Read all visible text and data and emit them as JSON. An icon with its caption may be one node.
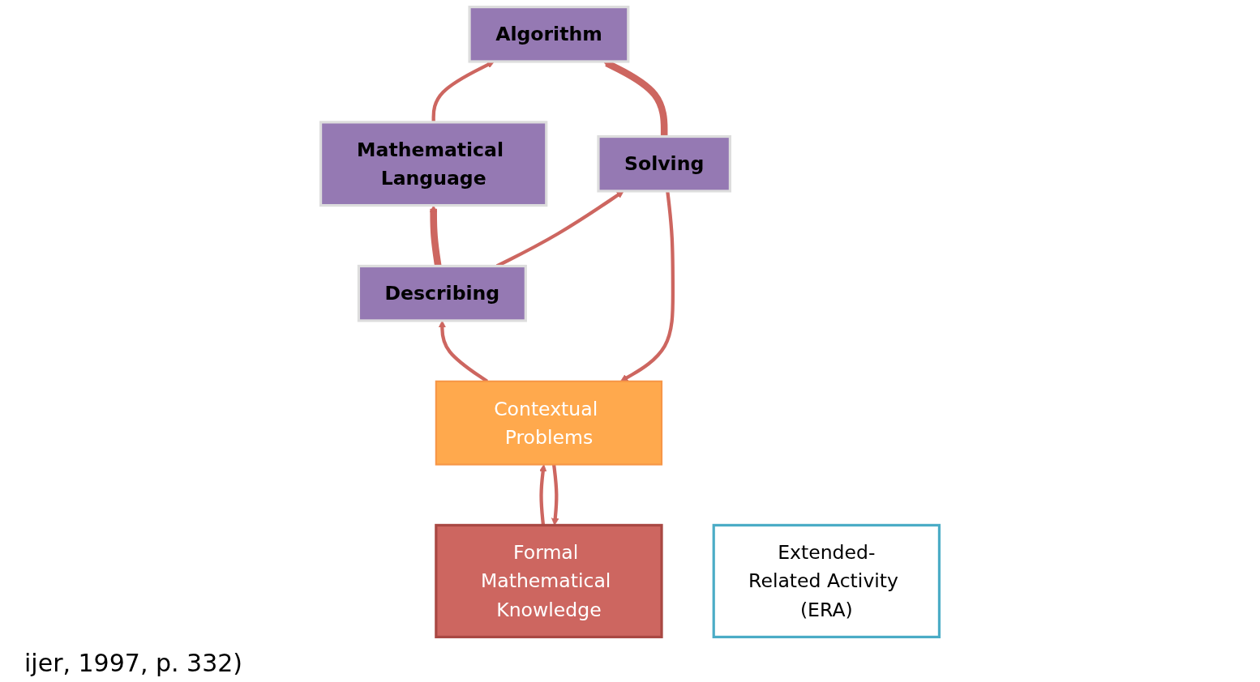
{
  "diagram": {
    "nodes": [
      {
        "text": [
          "Formal Mathematical Knowledge"
        ]
      },
      {
        "text": [
          "Mathematical Language"
        ]
      },
      {
        "text": [
          "Algorithm"
        ]
      },
      {
        "text": [
          "Solving"
        ]
      },
      {
        "text": [
          "Describing"
        ]
      },
      {
        "text": [
          "Contextual Problems"
        ]
      },
      {
        "text": [
          "Extended-Related Activity (ERA)"
        ]
      }
    ],
    "edges": [
      {
        "from": 0,
        "to": 5,
        "arrow": "to"
      },
      {
        "from": 5,
        "to": 0,
        "arrow": "to"
      },
      {
        "from": 1,
        "to": 2,
        "arrow": "to"
      },
      {
        "from": 3,
        "to": 2,
        "arrow": "to",
        "style": "thick"
      },
      {
        "from": 4,
        "to": 1,
        "arrow": "to",
        "style": "thick"
      },
      {
        "from": 4,
        "to": 3,
        "arrow": "to"
      },
      {
        "from": 5,
        "to": 4,
        "arrow": "to"
      },
      {
        "from": 3,
        "to": 5,
        "arrow": "to"
      }
    ],
    "labels": [
      "ijer, 1997, p. 332)"
    ]
  }
}
